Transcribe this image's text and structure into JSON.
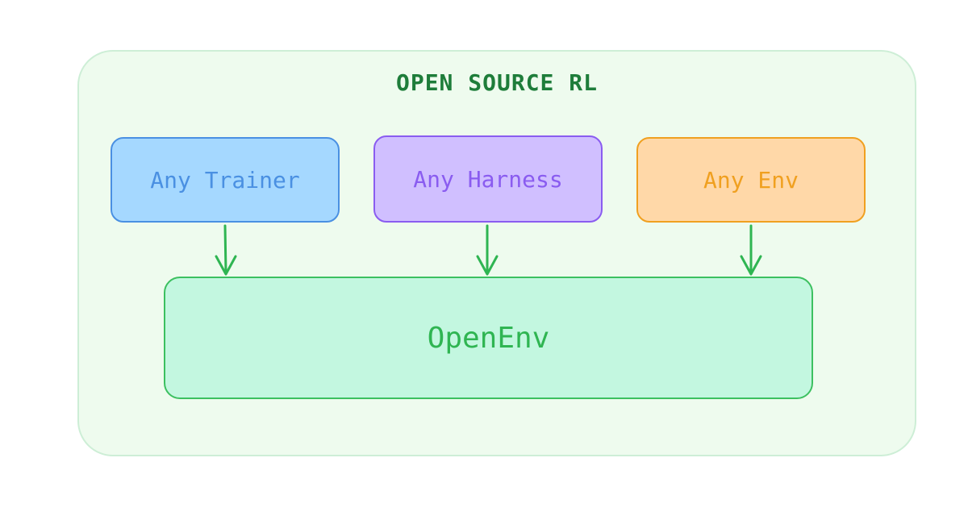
{
  "diagram": {
    "title": "OPEN SOURCE RL",
    "nodes": {
      "trainer": "Any Trainer",
      "harness": "Any Harness",
      "env": "Any Env",
      "openenv": "OpenEnv"
    },
    "edges": [
      {
        "from": "trainer",
        "to": "openenv"
      },
      {
        "from": "harness",
        "to": "openenv"
      },
      {
        "from": "env",
        "to": "openenv"
      }
    ]
  },
  "colors": {
    "frame_bg": "#eefbee",
    "trainer": "#a5d8ff",
    "harness": "#d0bfff",
    "env": "#ffd8a8",
    "openenv": "#c3f7e0",
    "arrow": "#2fb552",
    "title": "#1e7d3a"
  }
}
